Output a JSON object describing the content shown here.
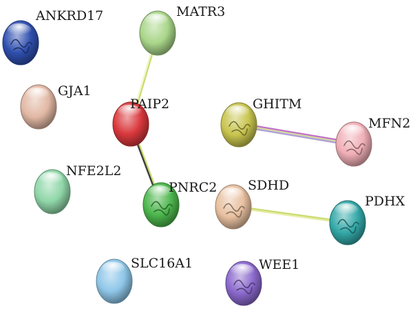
{
  "nodes": [
    {
      "id": "ANKRD17",
      "label": "ANKRD17",
      "color": "#2f4fae",
      "structure": true
    },
    {
      "id": "MATR3",
      "label": "MATR3",
      "color": "#a9d68a",
      "structure": false
    },
    {
      "id": "GJA1",
      "label": "GJA1",
      "color": "#e2b8a4",
      "structure": false
    },
    {
      "id": "PAIP2",
      "label": "PAIP2",
      "color": "#d9383c",
      "structure": false
    },
    {
      "id": "GHITM",
      "label": "GHITM",
      "color": "#c8c44e",
      "structure": true
    },
    {
      "id": "MFN2",
      "label": "MFN2",
      "color": "#f0aeb6",
      "structure": true
    },
    {
      "id": "NFE2L2",
      "label": "NFE2L2",
      "color": "#8fd6a8",
      "structure": false
    },
    {
      "id": "PNRC2",
      "label": "PNRC2",
      "color": "#4cb64c",
      "structure": true
    },
    {
      "id": "SDHD",
      "label": "SDHD",
      "color": "#e8c0a0",
      "structure": true
    },
    {
      "id": "PDHX",
      "label": "PDHX",
      "color": "#34a8a8",
      "structure": true
    },
    {
      "id": "SLC16A1",
      "label": "SLC16A1",
      "color": "#8ec6e8",
      "structure": false
    },
    {
      "id": "WEE1",
      "label": "WEE1",
      "color": "#8a68cc",
      "structure": true
    }
  ],
  "edges": [
    {
      "source": "MATR3",
      "target": "PAIP2",
      "colors": [
        "#c8dc6e",
        "#f4f4cc"
      ]
    },
    {
      "source": "PAIP2",
      "target": "PNRC2",
      "colors": [
        "#c8dc6e",
        "#3c3c3c"
      ]
    },
    {
      "source": "GHITM",
      "target": "MFN2",
      "colors": [
        "#c070c8",
        "#d4d8a0",
        "#b0a0d8"
      ]
    },
    {
      "source": "SDHD",
      "target": "PDHX",
      "colors": [
        "#c8dc6e",
        "#e8eca8"
      ]
    }
  ]
}
